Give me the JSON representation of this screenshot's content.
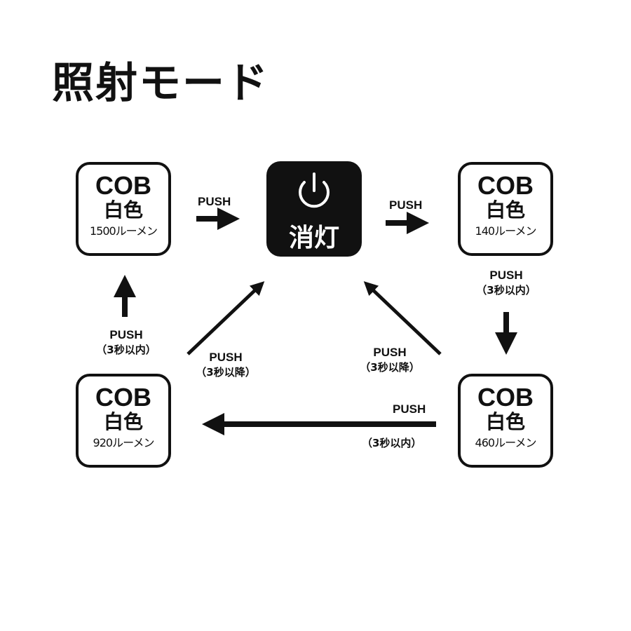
{
  "title": "照射モード",
  "off_button": {
    "label": "消灯",
    "icon": "power-icon"
  },
  "modes": [
    {
      "id": "tl",
      "type": "COB",
      "color": "白色",
      "lumen": "1500ルーメン"
    },
    {
      "id": "tr",
      "type": "COB",
      "color": "白色",
      "lumen": "140ルーメン"
    },
    {
      "id": "br",
      "type": "COB",
      "color": "白色",
      "lumen": "460ルーメン"
    },
    {
      "id": "bl",
      "type": "COB",
      "color": "白色",
      "lumen": "920ルーメン"
    }
  ],
  "transitions": {
    "tl_to_off": {
      "action": "PUSH"
    },
    "off_to_tr": {
      "action": "PUSH"
    },
    "tr_to_br": {
      "action": "PUSH",
      "condition": "（3秒以内）"
    },
    "br_to_bl": {
      "action": "PUSH",
      "condition": "（3秒以内）"
    },
    "bl_to_tl": {
      "action": "PUSH",
      "condition": "（3秒以内）"
    },
    "bl_to_off": {
      "action": "PUSH",
      "condition": "（3秒以降）"
    },
    "br_to_off": {
      "action": "PUSH",
      "condition": "（3秒以降）"
    }
  }
}
